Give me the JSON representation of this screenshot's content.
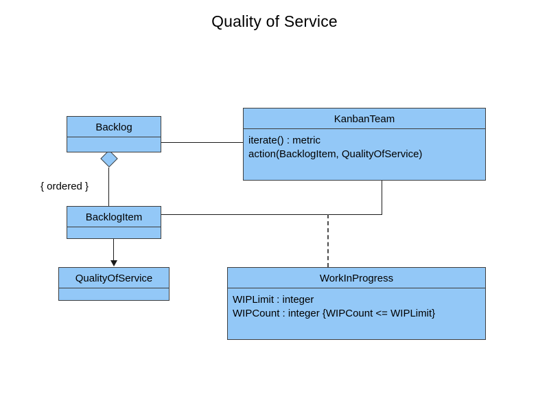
{
  "diagram": {
    "title": "Quality of Service",
    "type": "uml-class-diagram",
    "accent_fill": "#93C8F7",
    "stroke_color": "#3d3d3d",
    "background": "#ffffff",
    "classes": [
      {
        "id": "backlog",
        "name": "Backlog",
        "members": []
      },
      {
        "id": "kanbanteam",
        "name": "KanbanTeam",
        "members": [
          "iterate() : metric",
          "action(BacklogItem, QualityOfService)"
        ]
      },
      {
        "id": "backlogitem",
        "name": "BacklogItem",
        "members": []
      },
      {
        "id": "qualityofservice",
        "name": "QualityOfService",
        "members": []
      },
      {
        "id": "workinprogress",
        "name": "WorkInProgress",
        "members": [
          "WIPLimit : integer",
          "WIPCount : integer {WIPCount <= WIPLimit}"
        ]
      }
    ],
    "edge_labels": {
      "ordered": "{ ordered }"
    }
  }
}
